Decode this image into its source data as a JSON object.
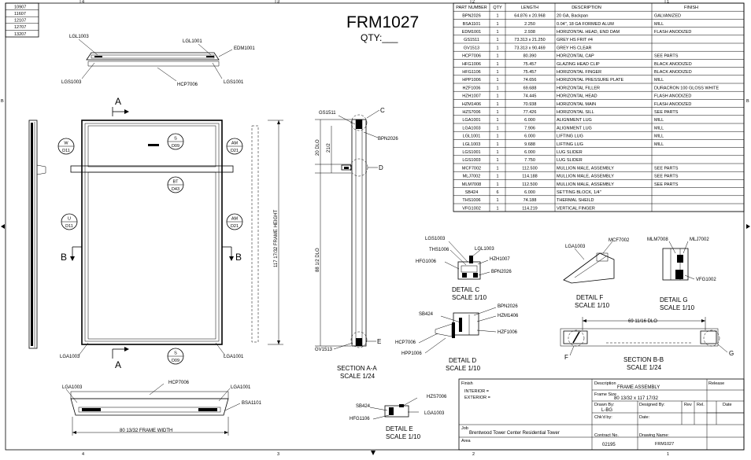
{
  "drawing": {
    "title": "FRM1027",
    "qty_label": "QTY:___"
  },
  "revisions": [
    "10907",
    "11607",
    "12107",
    "12707",
    "13207"
  ],
  "border": {
    "top_marks": [
      "4",
      "3",
      "2",
      "1"
    ],
    "bottom_marks": [
      "4",
      "3",
      "2",
      "1"
    ],
    "side_marks": [
      "B",
      "B"
    ]
  },
  "parts_table": {
    "headers": [
      "PART NUMBER",
      "QTY",
      "LENGTH",
      "DESCRIPTION",
      "FINISH"
    ],
    "rows": [
      [
        "BPN2026",
        "1",
        "64.876 x 20.968",
        "20 GA, Backpan",
        "GALVANIZED"
      ],
      [
        "BSA1101",
        "1",
        "2.250",
        "0.04\", 18 GA FORMED ALUM",
        "MILL"
      ],
      [
        "EDM1001",
        "1",
        "2.938",
        "HORIZONTAL HEAD, END DAM",
        "FLASH ANODIZED"
      ],
      [
        "GS1511",
        "1",
        "73.313 x 21.250",
        "GREY HS FRIT #4",
        ""
      ],
      [
        "GV1513",
        "1",
        "73.313 x 90.469",
        "GREY HS CLEAR",
        ""
      ],
      [
        "HCP7006",
        "1",
        "80.390",
        "HORIZONTAL CAP",
        "SEE PARTS"
      ],
      [
        "HFG1006",
        "1",
        "75.457",
        "GLAZING HEAD CLIP",
        "BLACK ANODIZED"
      ],
      [
        "HFG1106",
        "1",
        "75.457",
        "HORIZONTAL FINGER",
        "BLACK ANODIZED"
      ],
      [
        "HPP1006",
        "1",
        "74.656",
        "HORIZONTAL PRESSURE PLATE",
        "MILL"
      ],
      [
        "HZF1006",
        "1",
        "69.688",
        "HORIZONTAL FILLER",
        "DURACRON 100 GLOSS WHITE"
      ],
      [
        "HZH1007",
        "1",
        "74.445",
        "HORIZONTAL HEAD",
        "FLASH ANODIZED"
      ],
      [
        "HZM1406",
        "1",
        "70.938",
        "HORIZONTAL MAIN",
        "FLASH ANODIZED"
      ],
      [
        "HZS7006",
        "1",
        "77.426",
        "HORIZONTAL SILL",
        "SEE PARTS"
      ],
      [
        "LGA1001",
        "1",
        "6.000",
        "ALIGNMENT LUG",
        "MILL"
      ],
      [
        "LGA1003",
        "1",
        "7.906",
        "ALIGNMENT LUG",
        "MILL"
      ],
      [
        "LGL1001",
        "1",
        "6.000",
        "LIFTING LUG",
        "MILL"
      ],
      [
        "LGL1003",
        "1",
        "9.688",
        "LIFTING LUG",
        "MILL"
      ],
      [
        "LGS1001",
        "1",
        "6.000",
        "LUG SLIDER",
        ""
      ],
      [
        "LGS1003",
        "1",
        "7.750",
        "LUG SLIDER",
        ""
      ],
      [
        "MCF7002",
        "1",
        "112.500",
        "MULLION MALE, ASSEMBLY",
        "SEE PARTS"
      ],
      [
        "MLJ7002",
        "1",
        "114.188",
        "MULLION MALE, ASSEMBLY",
        "SEE PARTS"
      ],
      [
        "MLM7008",
        "1",
        "112.500",
        "MULLION MALE, ASSEMBLY",
        "SEE PARTS"
      ],
      [
        "SB424",
        "6",
        "6.000",
        "SETTING BLOCK, 1/4\"",
        ""
      ],
      [
        "THS1006",
        "1",
        "74.188",
        "THERMAL SHEILD",
        ""
      ],
      [
        "VFG1002",
        "1",
        "114.219",
        "VERTICAL FINGER",
        ""
      ]
    ]
  },
  "top_view": {
    "labels": [
      "LGL1003",
      "LGL1001",
      "EDM1001",
      "LGS1003",
      "LGS1001",
      "HCP7006"
    ]
  },
  "elevation": {
    "section_a": "A",
    "section_b": "B",
    "bubbles": [
      {
        "top": "W",
        "bottom": "D11"
      },
      {
        "top": "S",
        "bottom": "D09"
      },
      {
        "top": "AM",
        "bottom": "D21"
      },
      {
        "top": "BT",
        "bottom": "D43"
      },
      {
        "top": "U",
        "bottom": "D11"
      },
      {
        "top": "AM",
        "bottom": "D21"
      },
      {
        "top": "S",
        "bottom": "D09"
      }
    ],
    "frame_height": "117 17/32 FRAME HEIGHT",
    "bottom_labels": [
      "LGA1003",
      "LGA1001"
    ]
  },
  "bottom_view": {
    "labels": [
      "HCP7006",
      "LGA1003",
      "LGA1001",
      "BSA1101"
    ],
    "frame_width": "80 13/32 FRAME WIDTH"
  },
  "section_aa": {
    "labels": [
      "GS1511",
      "BPN2026",
      "GV1513"
    ],
    "callouts": [
      "C",
      "D",
      "E"
    ],
    "dims": [
      "20 DLO",
      "21/2",
      "88 1/2 DLO"
    ],
    "caption": "SECTION A-A",
    "scale": "SCALE 1/24"
  },
  "detail_c": {
    "labels": [
      "LGS1003",
      "THS1006",
      "LGL1003",
      "HZH1007",
      "HFG1006",
      "BPN2026"
    ],
    "caption": "DETAIL  C",
    "scale": "SCALE 1/10"
  },
  "detail_d": {
    "labels": [
      "BPN2026",
      "SB424",
      "HZM1406",
      "HZF1006",
      "HCP7006",
      "HPP1006"
    ],
    "caption": "DETAIL  D",
    "scale": "SCALE 1/10"
  },
  "detail_e": {
    "labels": [
      "HZS7006",
      "SB424",
      "LGA1003",
      "HFG1106"
    ],
    "caption": "DETAIL  E",
    "scale": "SCALE 1/10"
  },
  "detail_f": {
    "labels": [
      "LGA1003",
      "MCF7002"
    ],
    "caption": "DETAIL  F",
    "scale": "SCALE 1/10"
  },
  "detail_g": {
    "labels": [
      "MLM7008",
      "MLJ7002",
      "VFG1002"
    ],
    "caption": "DETAIL  G",
    "scale": "SCALE 1/10"
  },
  "section_bb": {
    "dim": "69 11/16 DLO",
    "callouts": [
      "F",
      "G"
    ],
    "caption": "SECTION B-B",
    "scale": "SCALE 1/24"
  },
  "title_block": {
    "finish_label": "Finish",
    "interior": "INTERIOR  =",
    "exterior": "EXTERIOR  =",
    "description_label": "Description",
    "description": "FRAME ASSEMBLY",
    "release_label": "Release",
    "frame_size_label": "Frame Size",
    "frame_size": "80 13/32 x 117 17/32",
    "drawn_by_label": "Drawn By:",
    "drawn_by": "L-BG",
    "designed_by_label": "Designed By:",
    "rev_label": "Rev",
    "rel_label": "Rel.",
    "date_label": "Date",
    "chkd_by_label": "Chk'd by:",
    "date2_label": "Date:",
    "job_label": "Job",
    "job": "Brentwood Tower Center  Residential Tower",
    "area_label": "Area",
    "contract_label": "Contract No.",
    "contract": "02195",
    "drawing_name_label": "Drawing Name:",
    "drawing_name": "FRM1027"
  }
}
